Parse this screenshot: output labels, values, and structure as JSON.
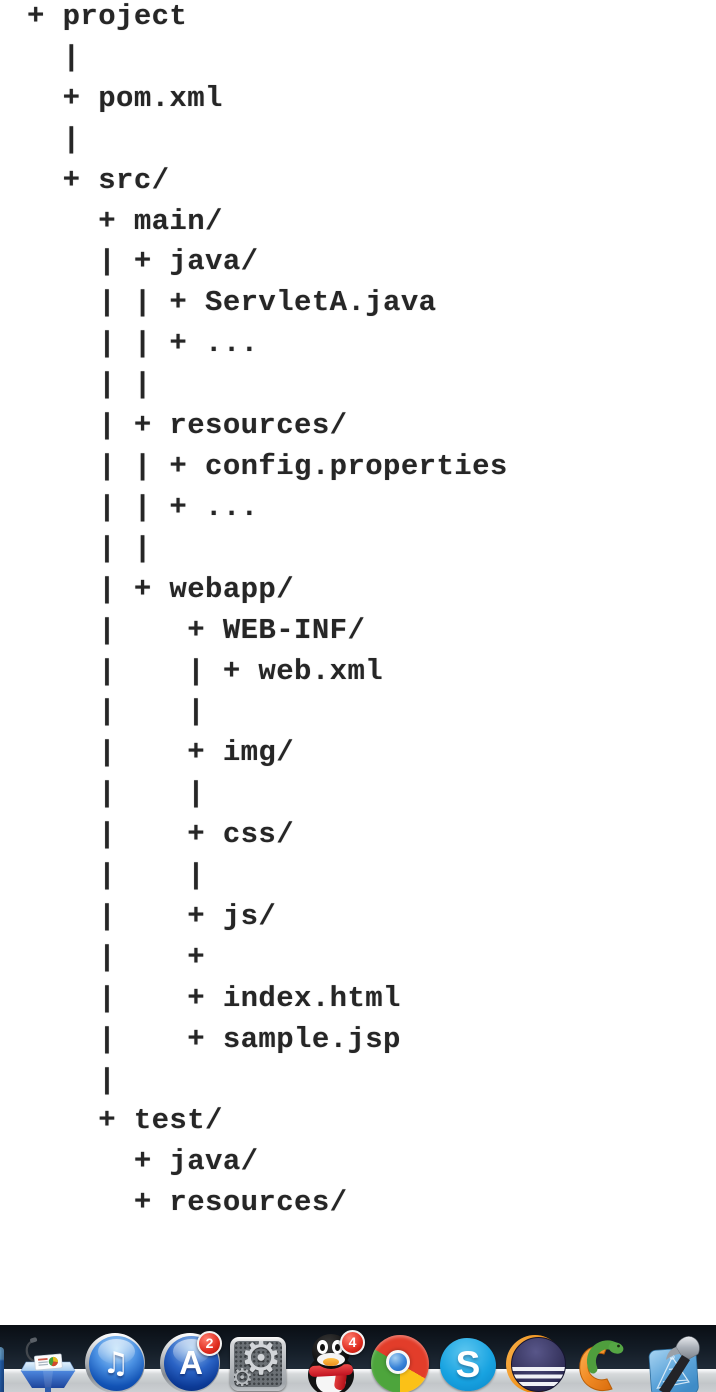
{
  "document": {
    "tree_lines": [
      "+ project",
      "  |",
      "  + pom.xml",
      "  |",
      "  + src/",
      "    + main/",
      "    | + java/",
      "    | | + ServletA.java",
      "    | | + ...",
      "    | |",
      "    | + resources/",
      "    | | + config.properties",
      "    | | + ...",
      "    | |",
      "    | + webapp/",
      "    |    + WEB-INF/",
      "    |    | + web.xml",
      "    |    |",
      "    |    + img/",
      "    |    |",
      "    |    + css/",
      "    |    |",
      "    |    + js/",
      "    |    +",
      "    |    + index.html",
      "    |    + sample.jsp",
      "    |",
      "    + test/",
      "      + java/",
      "      + resources/"
    ]
  },
  "dock": {
    "apps": [
      {
        "id": "partial",
        "label": "App (partially visible)"
      },
      {
        "id": "keynote",
        "label": "Keynote"
      },
      {
        "id": "itunes",
        "label": "iTunes"
      },
      {
        "id": "app-store",
        "label": "App Store",
        "badge": "2"
      },
      {
        "id": "system-preferences",
        "label": "System Preferences"
      },
      {
        "id": "qq",
        "label": "QQ",
        "badge": "4"
      },
      {
        "id": "chrome",
        "label": "Google Chrome"
      },
      {
        "id": "skype",
        "label": "Skype"
      },
      {
        "id": "eclipse",
        "label": "Eclipse"
      },
      {
        "id": "snake-app",
        "label": "Snake app"
      },
      {
        "id": "xcode",
        "label": "Xcode"
      }
    ],
    "glyphs": {
      "itunes_note": "♫",
      "app_store_letter": "A",
      "gear": "⚙",
      "skype_letter": "S"
    }
  },
  "colors": {
    "page_background": "#ffffff",
    "text": "#262626",
    "dock_background": "#1a2430",
    "dock_shelf": "#c6c9cc",
    "badge_red": "#e02d20"
  }
}
